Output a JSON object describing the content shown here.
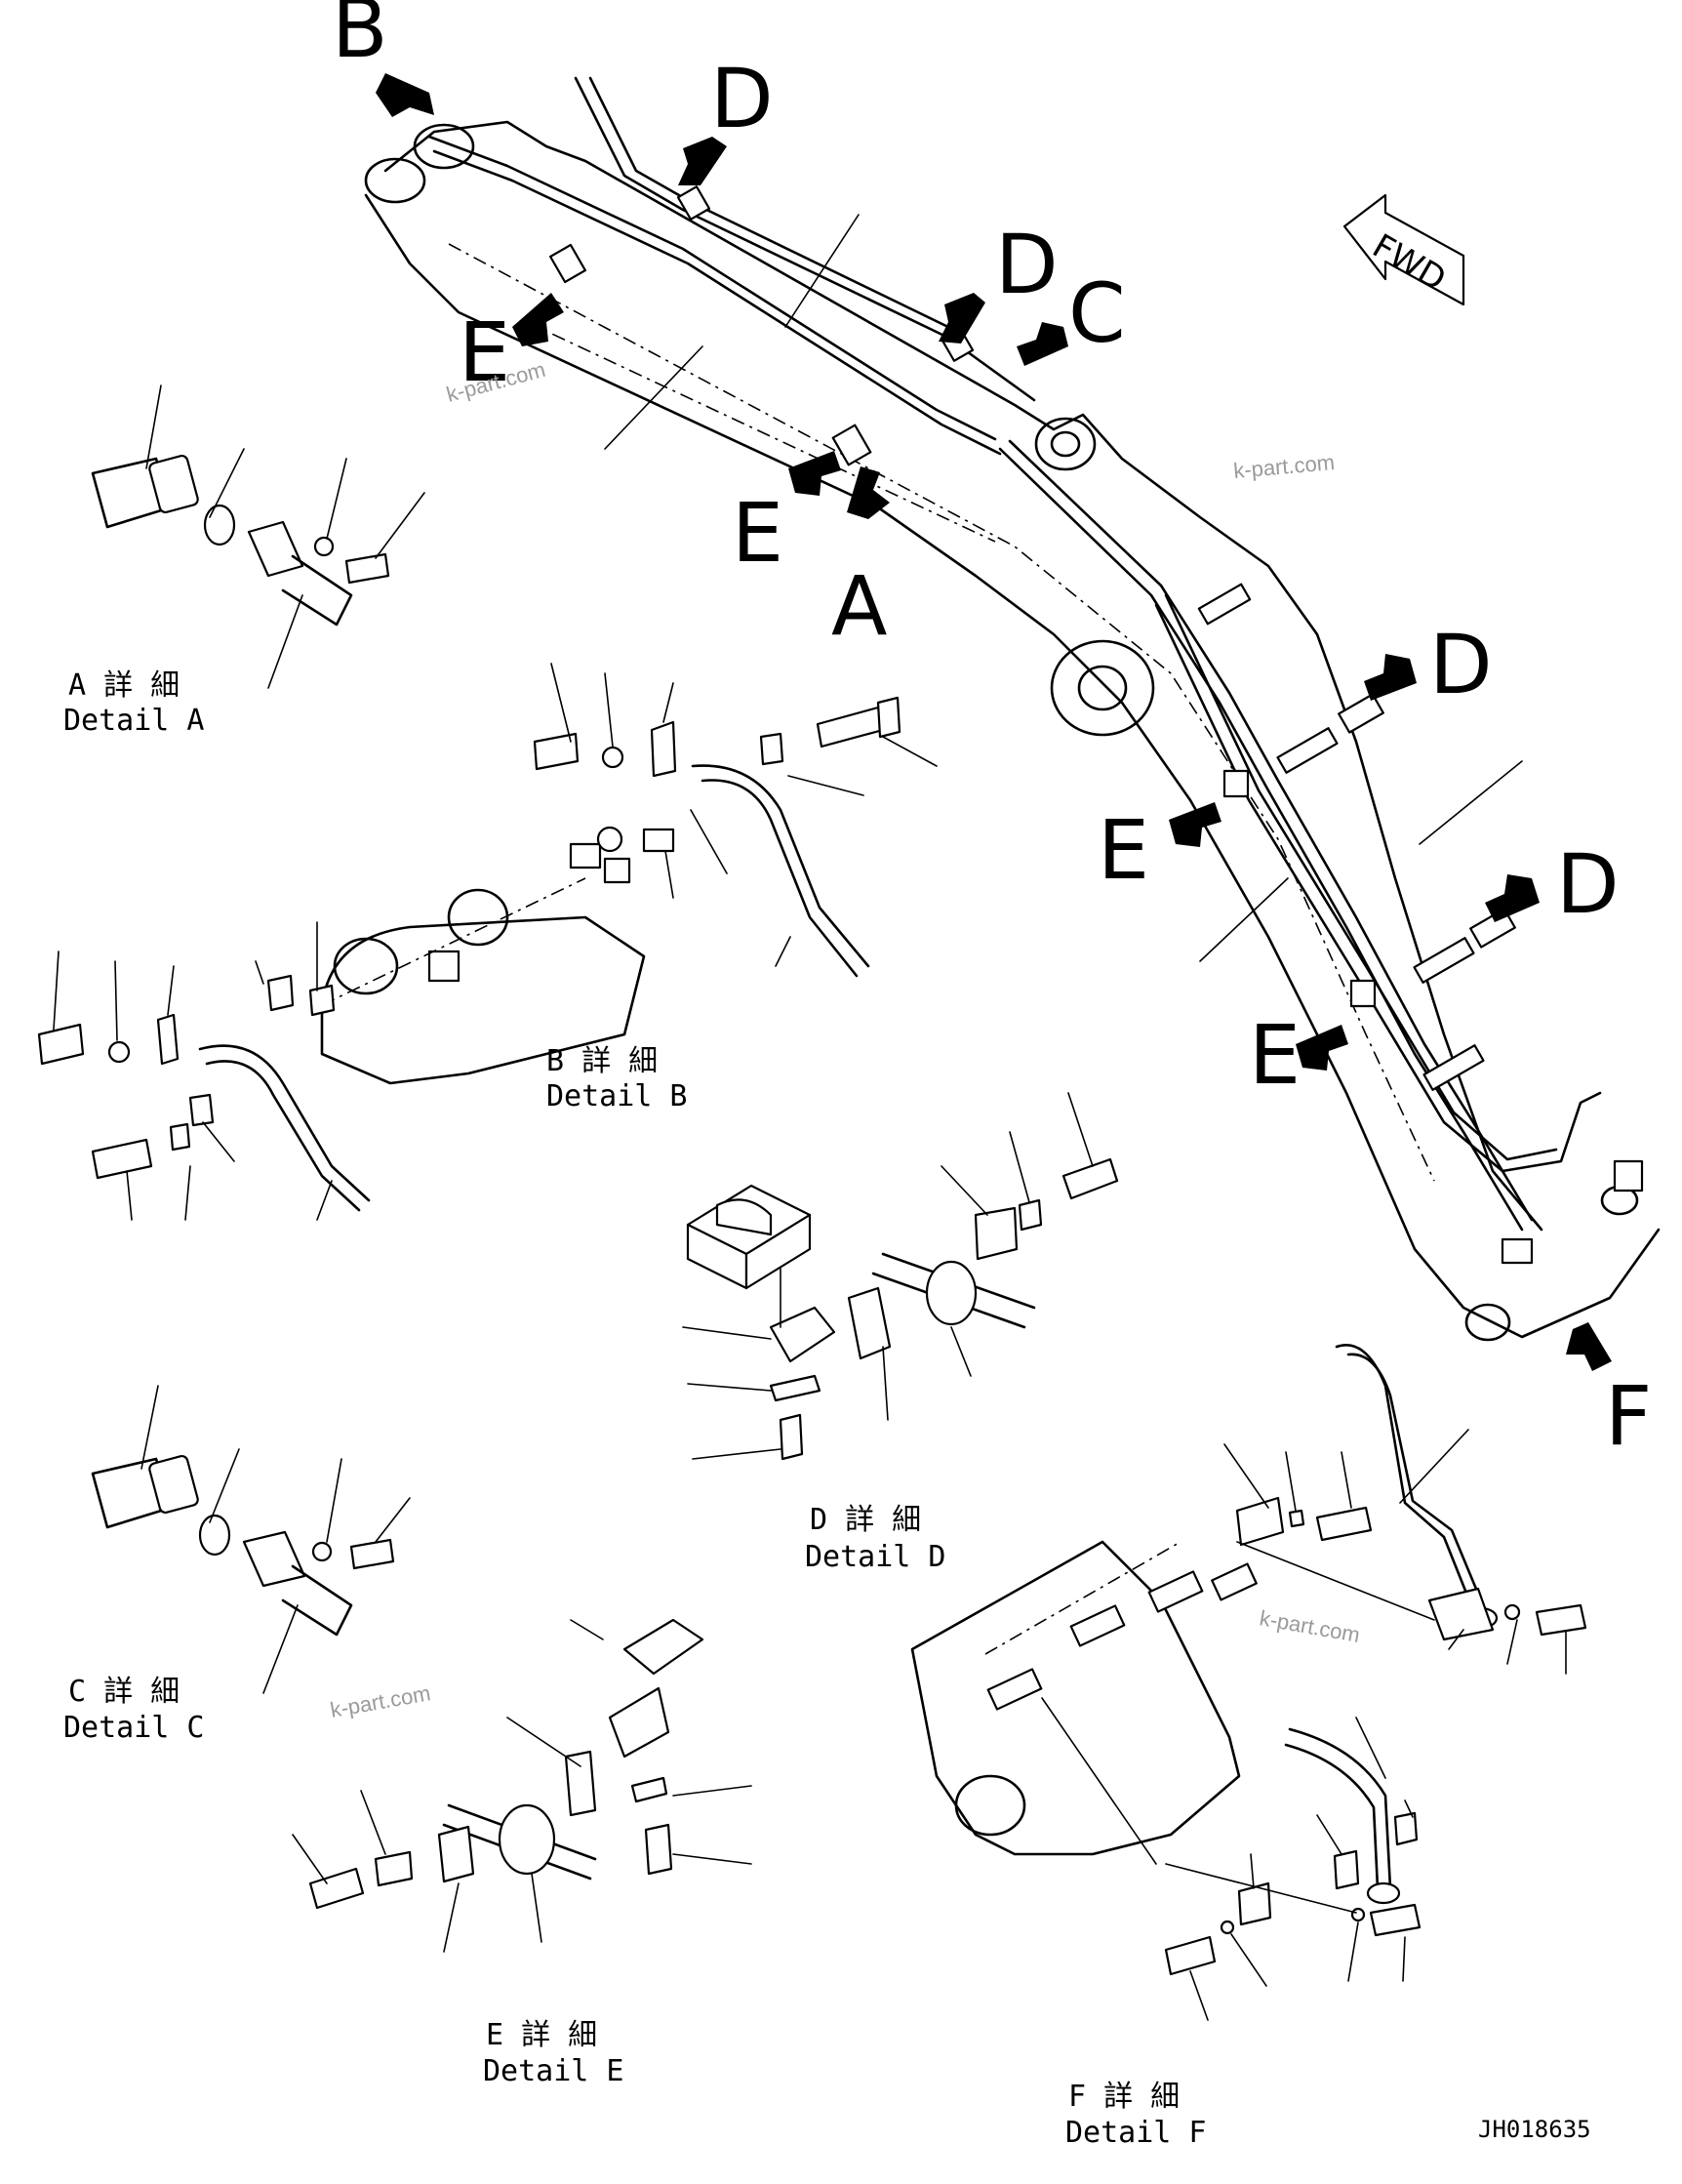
{
  "view_labels": {
    "b_top": "B",
    "d_top": "D",
    "d_mid": "D",
    "c_top": "C",
    "e_top": "E",
    "e_mid": "E",
    "a_mid": "A",
    "d_right1": "D",
    "e_right1": "E",
    "d_right2": "D",
    "e_right2": "E",
    "f_bottom": "F"
  },
  "fwd_label": "FWD",
  "details": {
    "a": {
      "jp": "A 詳 細",
      "en": "Detail A"
    },
    "b": {
      "jp": "B 詳 細",
      "en": "Detail B"
    },
    "c": {
      "jp": "C 詳 細",
      "en": "Detail C"
    },
    "d": {
      "jp": "D 詳 細",
      "en": "Detail D"
    },
    "e": {
      "jp": "E 詳 細",
      "en": "Detail E"
    },
    "f": {
      "jp": "F 詳 細",
      "en": "Detail F"
    }
  },
  "watermark": "k-part.com",
  "drawing_code": "JH018635",
  "icons": {
    "arrow": "callout-arrow-icon",
    "fwd": "fwd-arrow-icon"
  }
}
